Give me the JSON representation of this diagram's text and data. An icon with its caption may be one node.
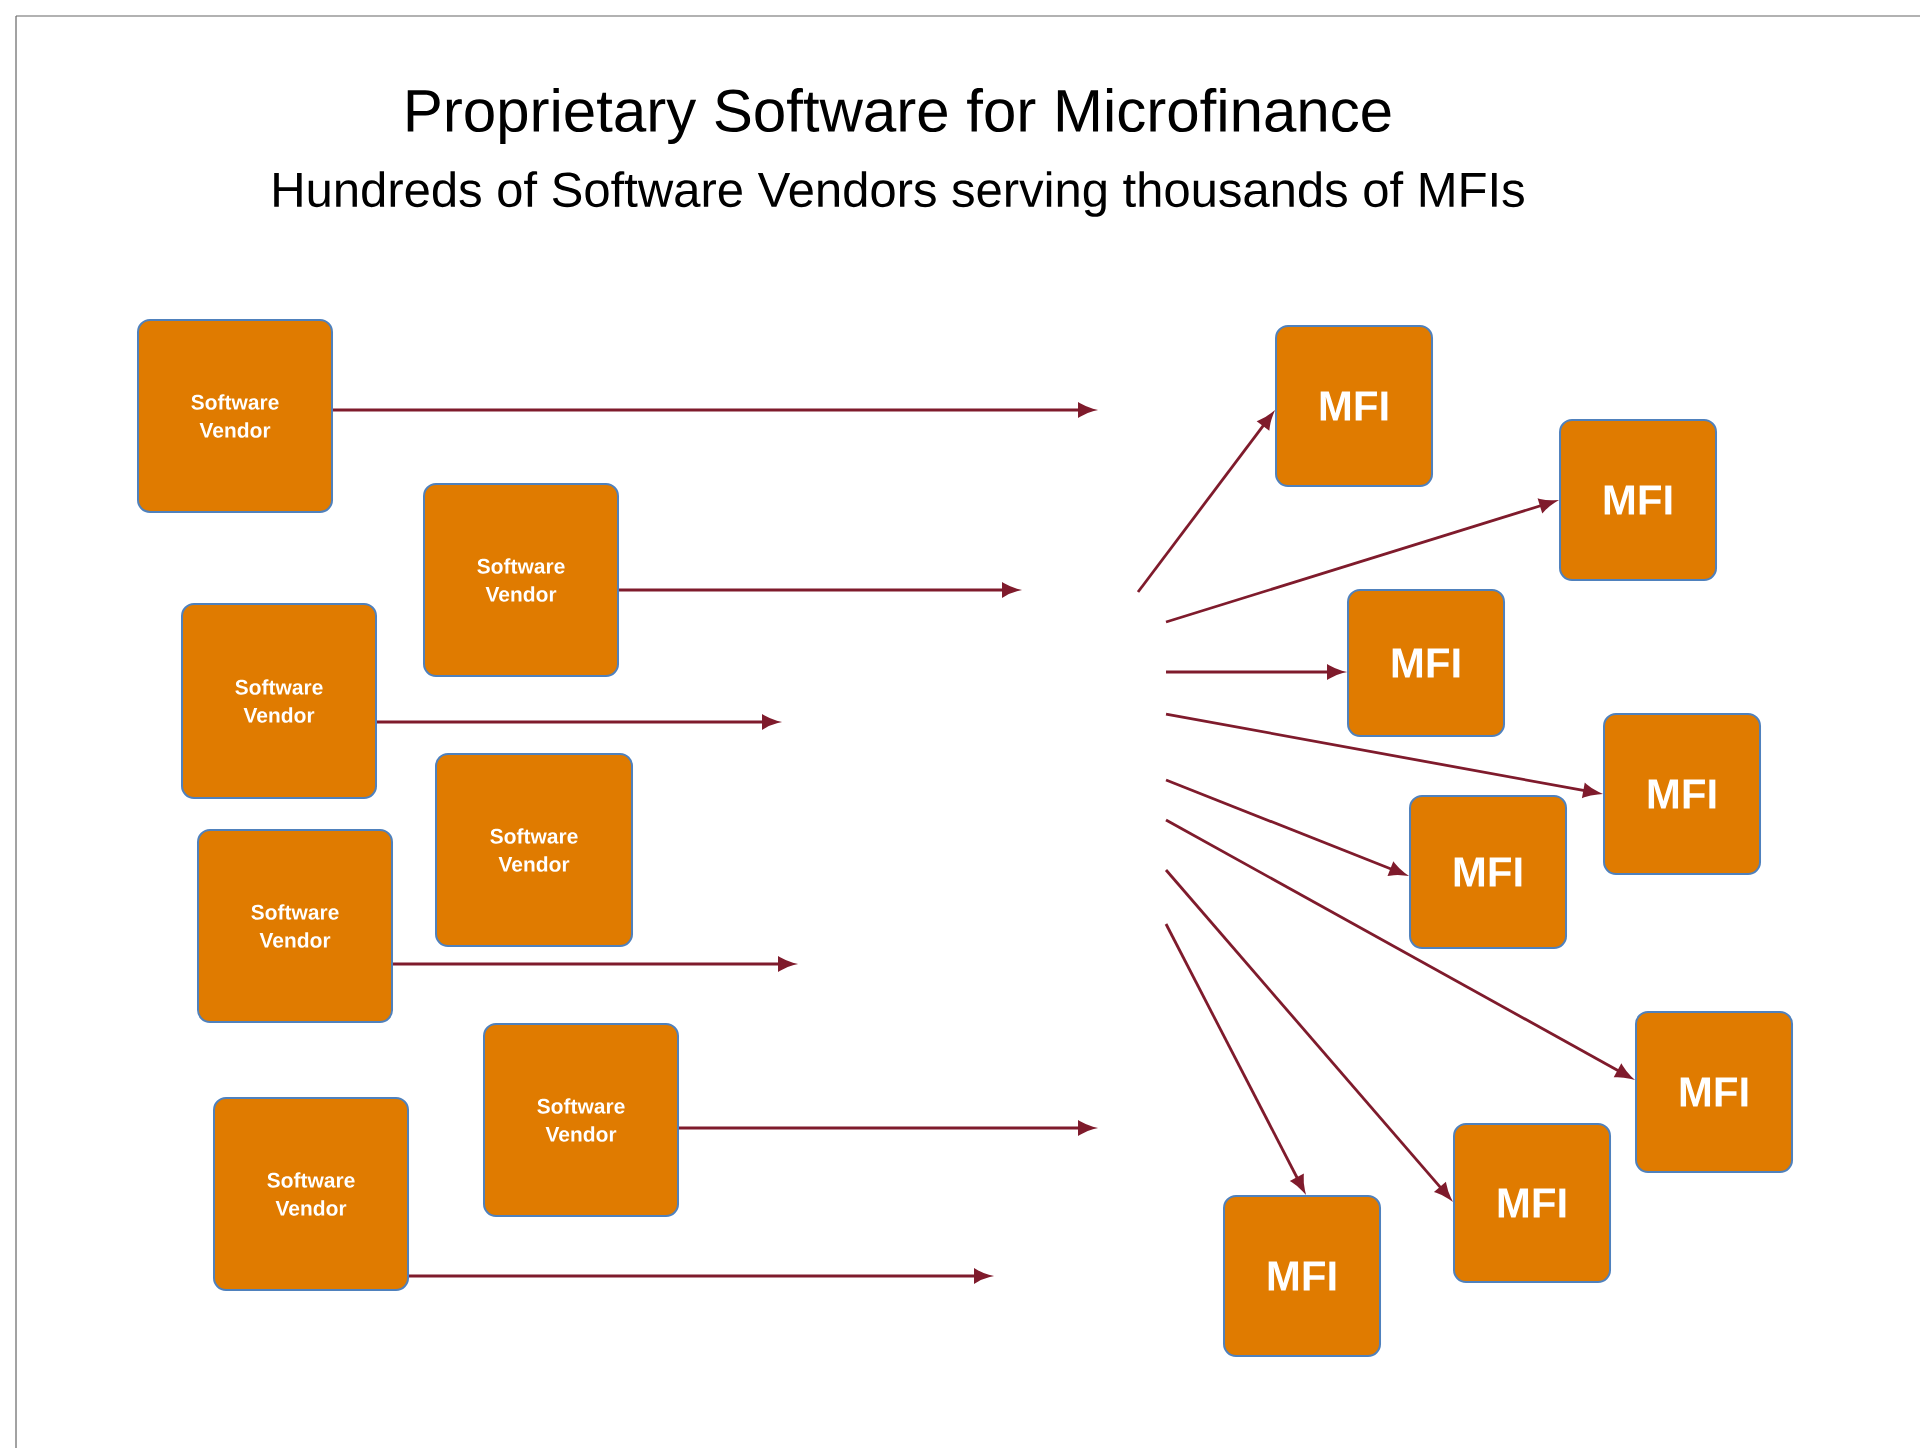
{
  "diagram": {
    "title": "Proprietary Software for Microfinance",
    "labels": [
      "Hundreds of Software Vendors serving thousands of MFIs"
    ],
    "nodes": [
      {
        "text": [
          "Software Vendor"
        ]
      },
      {
        "text": [
          "Software Vendor"
        ]
      },
      {
        "text": [
          "Software Vendor"
        ]
      },
      {
        "text": [
          "Software Vendor"
        ]
      },
      {
        "text": [
          "Software Vendor"
        ]
      },
      {
        "text": [
          "Software Vendor"
        ]
      },
      {
        "text": [
          "Software Vendor"
        ]
      },
      {
        "text": [
          "MFI"
        ]
      },
      {
        "text": [
          "MFI"
        ]
      },
      {
        "text": [
          "MFI"
        ]
      },
      {
        "text": [
          "MFI"
        ]
      },
      {
        "text": [
          "MFI"
        ]
      },
      {
        "text": [
          "MFI"
        ]
      },
      {
        "text": [
          "MFI"
        ]
      },
      {
        "text": [
          "MFI"
        ]
      }
    ],
    "edges": [
      {
        "from": 0,
        "to": null,
        "arrow": "to"
      },
      {
        "from": 1,
        "to": null,
        "arrow": "to"
      },
      {
        "from": 2,
        "to": null,
        "arrow": "to"
      },
      {
        "from": 4,
        "to": null,
        "arrow": "to"
      },
      {
        "from": 5,
        "to": null,
        "arrow": "to"
      },
      {
        "from": 6,
        "to": null,
        "arrow": "to"
      },
      {
        "from": null,
        "to": 7,
        "arrow": "to"
      },
      {
        "from": null,
        "to": 8,
        "arrow": "to"
      },
      {
        "from": null,
        "to": 9,
        "arrow": "to"
      },
      {
        "from": null,
        "to": 10,
        "arrow": "to"
      },
      {
        "from": null,
        "to": 11,
        "arrow": "to"
      },
      {
        "from": null,
        "to": 12,
        "arrow": "to"
      },
      {
        "from": null,
        "to": 13,
        "arrow": "to"
      },
      {
        "from": null,
        "to": 14,
        "arrow": "to"
      }
    ]
  }
}
